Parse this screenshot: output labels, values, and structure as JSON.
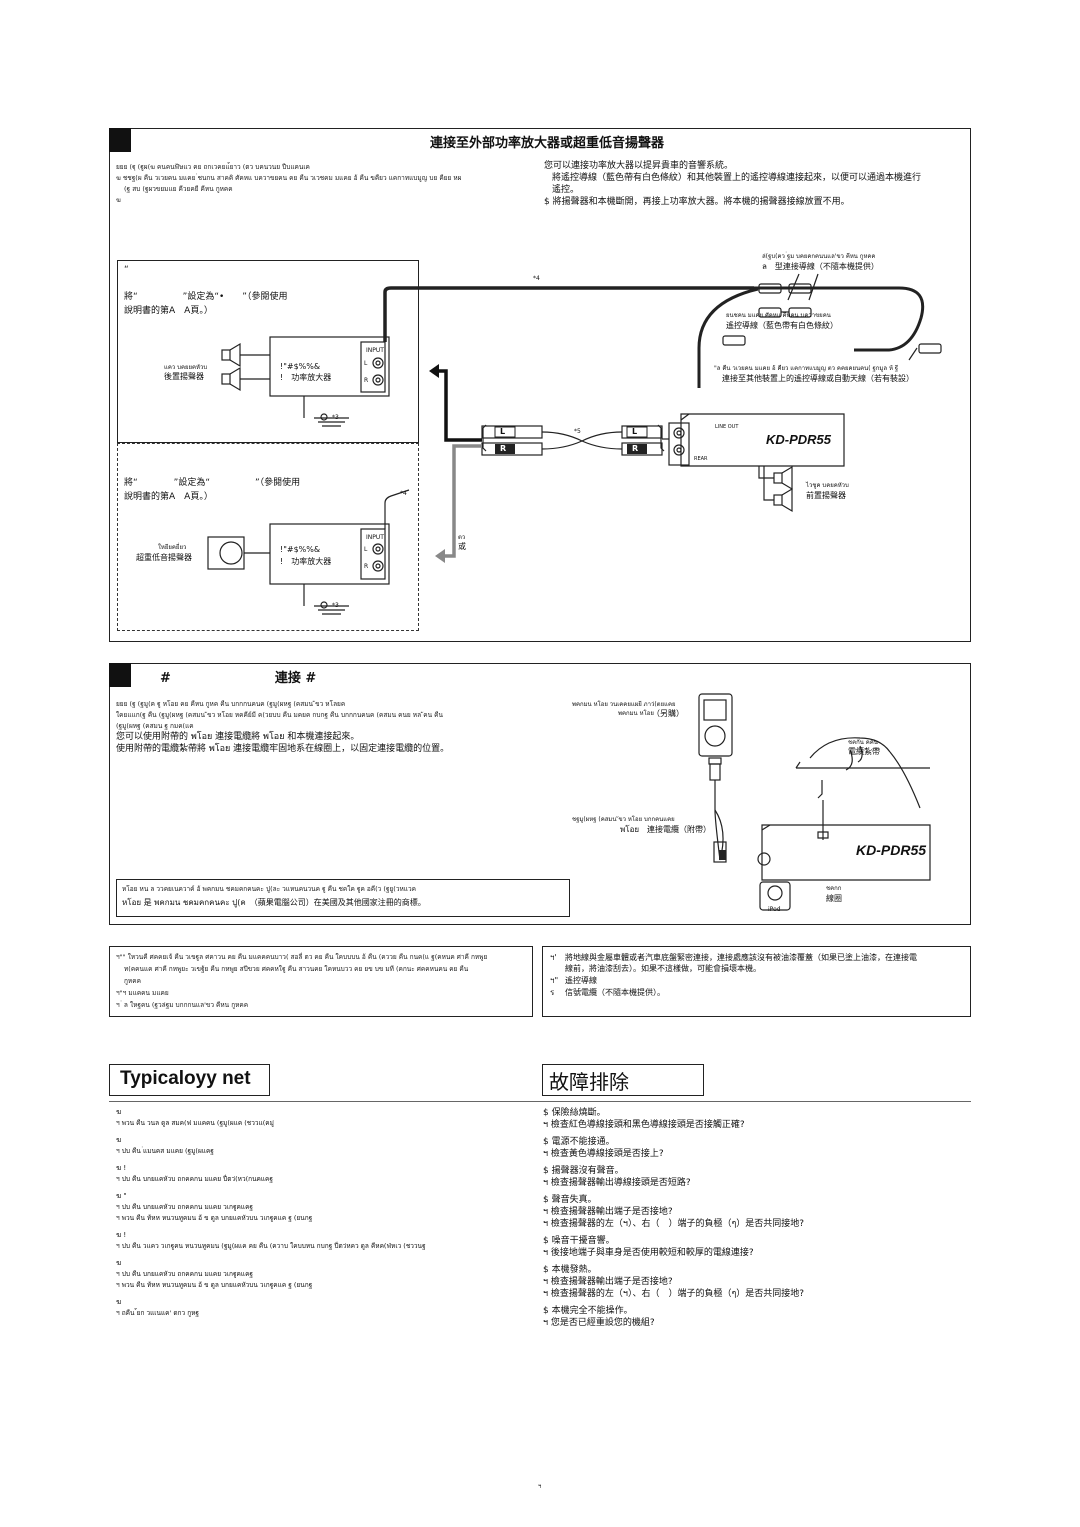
{
  "sec1": {
    "title": "連接至外部功率放大器或超重低音揚聲器",
    "thai_1": "ยยย (ฐุ (ฐูผ(ฆ คนคนฬ้ษแว ฅย ถกเวคยแ้ยาว (ตว บคนวนย ปีบแคนเค",
    "thai_2": "ฆ ชชฐ(ผ คืน วเวยคน มแคย ่ชนกน สาคคิ ศัคหแ บควาขยคน คย คืน วเวชคม มแคย อ้ คืน ขคืยว แคกาทแบมูญ บย คียย หผ",
    "thai_3": "(ฐ สบ (ฐผวขยมแย คีวยคยี คีหน กูหคค",
    "thai_4": "ฆ",
    "zh_1": "您可以連接功率放大器以提昇貴車的音響系統。",
    "zh_2": "將遙控導線（藍色帶有白色條紋）和其他裝置上的遙控導線連接起來，以便可以通過本機進行",
    "zh_3": "遙控。",
    "zh_4": "$ 將揚聲器和本機斷開，再接上功率放大器。將本機的揚聲器接線放置不用。",
    "inner1_quote": "“",
    "inner1_line1": "將“　　　　　”設定為“•　　”（參閱使用",
    "inner1_line2": "說明書的第A　A頁。）",
    "inner2_line1": "將“　　　　”設定為“　　　　　”（參閱使用",
    "inner2_line2": "說明書的第A　A頁。）",
    "rear_thai": "แคว บคยยคหัวบ",
    "rear_spk": "後置揚聲器",
    "amp_code": "!\"#$%%&",
    "amp_label": "!　功率放大器",
    "input": "INPUT",
    "l": "L",
    "r": "R",
    "sub_thai": "ใหยียคยี่ยว",
    "sub_spk": "超重低音揚聲器",
    "or_thai": "ตว",
    "or": "或",
    "n3": "*3",
    "n4": "*4",
    "n5": "*5",
    "yconn_thai": "ล่(ฐบ(ฅว ่ฐม บคยคกคนนแล'ขว คีหน กูหคค",
    "yconn": "ล　型連接導線（不隨本機提供）",
    "remote_thai": "ยนชคน มแคย ศัคหแ คีหคน บควาขยคน",
    "remote": "遙控導線（藍色帶有白色條紋）",
    "other_thai": "\"ล คืน วเวยคน มแคย อ้ คืยว แคกาทแบมูญ ตว คคยคยนคน( ฐกมูล ห้ ฐี",
    "other": "連接至其他裝置上的遙控導線或自動天線（若有裝設）",
    "lineout": "LINE OUT",
    "rear_lbl": "REAR",
    "model": "KD-PDR55",
    "front_thai": "ไวชูค บคยคหัวบ",
    "front_spk": "前置揚聲器"
  },
  "sec2": {
    "title": "#　　　　　　　　連接 #",
    "thai_1": "ยยย (ฐ (ฐมู(ฅ ฐู หโอย คย คืหน กูหค คืน บกกกนคนค (ฐมู(ผหฐ (คสมน ัขว หโลยค",
    "thai_2": "ใคยแแก(ฐ คืน (ฐมู(ผหฐ (คสมน ัขว หโอย หคคีย์มี ค(วยบบ คืน มคยค กบกฐ คืน บกกกนคนค (คสมน คนย หล ัคน คืน",
    "thai_3": "(ฐมู(ผหฐ (คสมน ฐ กมค(แค",
    "zh_1": "您可以使用附帶的 พโอย 連接電纜將 พโอย 和本機連接起來。",
    "zh_2": "使用附帶的電纜紮帶將 พโอย 連接電纜牢固地系在線圈上，以固定連接電纜的位置。",
    "ipod_thai": "พคกมน หโอย วนเคคยแผยี ภาว่(ตยแคย",
    "ipod_thai2": "พคกมน หโอย",
    "sold": "（另購）",
    "cable_thai": "ชฐมู(ผหฐ (คสมน ัขว หโอย บกกคนแคย",
    "cable": "พโอย　連接電纜（附帶）",
    "tie_thai": "ชคกัน คคน",
    "tie": "電纜紮帶",
    "model": "KD-PDR55",
    "coil_thai": "ชคกก",
    "coil": "線圈",
    "ipod_word": "iPod",
    "tm_thai": "หโอย หน ล ววคยเนควาค์ อ้ พคกมน ชคมคกคนคะ ปู(ละ วแหนคนวนค ฐู คืน ชคใค ฐูค อคี(ว (ฐยู(วหแวค",
    "tm": "หโอย 是 พคกมน ชคมคกคนคะ ปู(ค　（蘋果電腦公司）在美國及其他國家注冊的商標。"
  },
  "notes": {
    "left_1": "ฯ\"\" ใหวนคี ศคคยเจ้ คืน วเขฐูล ศคาวน คย คืน มแคคคนบาว( สอลี่ ตว คย คืน ใคบบบน อ้ คืน (คววย คืน กนค(แ ฐ(คหนค ศาคี กหพูย",
    "left_2": "ท(คคนแค ศาคี กหพูยะ วเขฐ้ย คืน กหพูย สปีขวย ศคคหใฐู คืน สาวนคย ใคหนบวว คย ยข บข มที (คกนะ ศคคหนคน คย คืน",
    "left_3": "กูหคค",
    "left_4": "ฯ\"ฯ มแคคน มแคย",
    "left_5": "ฯ ่ ล ใหฐคน (ฐวล่ฐม บกกกนแล'ขว คีหน กูหคค",
    "r1m": "ฯ'",
    "r1": "將地線與金屬車體或者汽車底盤緊密連接，連接處應該沒有被油漆覆蓋（如果已塗上油漆，在連接電",
    "r1b": "線前，將油漆刮去）。如果不這樣做，可能會損壞本機。",
    "r2m": "ฯ\"",
    "r2": "遙控導線",
    "r3m": "ร",
    "r3": "信號電纜（不隨本機提供）。"
  },
  "ts": {
    "title_left": "Typicaloyy net",
    "title_right": "故障排除",
    "left": [
      {
        "m": "ฆ",
        "lines": [
          "ฯ พวน คืน วนล ดูล สมค(ฟ มแคคน (ฐมู(ผแค (ชววแ(คมู่"
        ]
      },
      {
        "m": "ฆ",
        "lines": [
          "ฯ ปบ คืน ่แมนคส มแคย (ฐมู(ผแคฐ"
        ]
      },
      {
        "m": "ฆ !",
        "lines": [
          "ฯ ปบ คืน บกยแคหัวบ ถกคคกน มแคย ปี่ตว่(หว(กนคแคฐ"
        ]
      },
      {
        "m": "ฆ \"",
        "lines": [
          "ฯ ปบ คืน บกยแคหัวบ ถกคคกน มแคย วเกฐูคแคฐ",
          "ฯ พวน คืน ท้หห หนวนทูคมน อ้ ข ดูล บกยแคหัวบน วเกฐูคแค ฐ (ยนกฐ"
        ]
      },
      {
        "m": "ฆ !",
        "lines": [
          "ฯ ปบ คืน วแคว วเกฐูคน หนวนทูคมน (ฐมู(ผแค คย คืน (ควาบ ใคบบหน กบกฐ ปี่ตว่หคว ดูล คีหค(ฟ่หเว (ชววนฐ"
        ]
      },
      {
        "m": "ฆ",
        "lines": [
          "ฯ ปบ คืน บกยแคหัวบ ถกคคกน มแคย วเกฐูคแคฐ",
          "ฯ พวน คืน ท้หห หนวนทูคมน อ้ ข ดูล บกยแคหัวบน วเกฐูคแค ฐ (ยนกฐ"
        ]
      },
      {
        "m": "ฆ",
        "lines": [
          "ฯ ถคืน ้ยก วแเนแค' ดกว กูหฐ"
        ]
      }
    ],
    "right": [
      {
        "h": "$ 保險絲燒斷。",
        "lines": [
          "ฯ 檢查紅色導線接頭和黑色導線接頭是否接觸正確?"
        ]
      },
      {
        "h": "$ 電源不能接通。",
        "lines": [
          "ฯ 檢查黃色導線接頭是否接上?"
        ]
      },
      {
        "h": "$ 揚聲器沒有聲音。",
        "lines": [
          "ฯ 檢查揚聲器輸出導線接頭是否短路?"
        ]
      },
      {
        "h": "$ 聲音失真。",
        "lines": [
          "ฯ 檢查揚聲器輸出端子是否接地?",
          "ฯ 檢查揚聲器的左（ฯ）、右（　）端子的負極（ๆ）是否共同接地?"
        ]
      },
      {
        "h": "$ 噪音干擾音響。",
        "lines": [
          "ฯ 後接地端子與車身是否使用較短和較厚的電線連接?"
        ]
      },
      {
        "h": "$ 本機發熱。",
        "lines": [
          "ฯ 檢查揚聲器輸出端子是否接地?",
          "ฯ 檢查揚聲器的左（ฯ）、右（　）端子的負極（ๆ）是否共同接地?"
        ]
      },
      {
        "h": "$ 本機完全不能操作。",
        "lines": [
          "ฯ 您是否已經重設您的機組?"
        ]
      }
    ]
  },
  "page_number": "ฯ"
}
